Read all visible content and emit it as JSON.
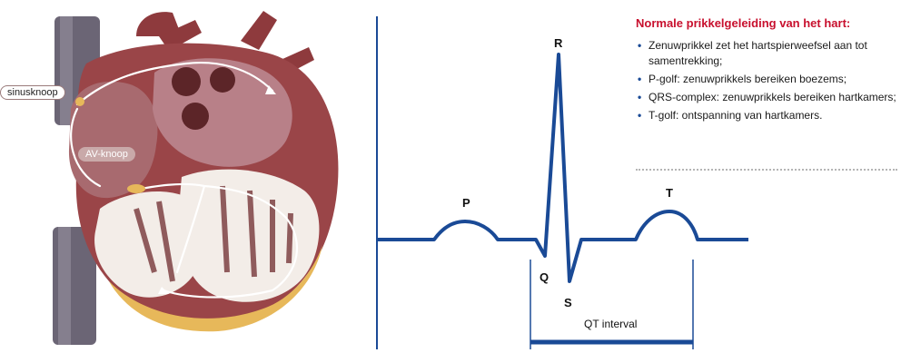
{
  "heart": {
    "sinus_label": "sinusknoop",
    "av_label": "AV-knoop"
  },
  "ecg": {
    "wave_labels": {
      "p": "P",
      "q": "Q",
      "r": "R",
      "s": "S",
      "t": "T"
    },
    "interval_label": "QT interval",
    "line_color": "#1a4a96"
  },
  "info": {
    "title": "Normale prikkelgeleiding van het hart:",
    "title_color": "#c8102e",
    "bullets": [
      "Zenuwprikkel zet het hartspierweefsel aan tot samentrekking;",
      "P-golf: zenuwprikkels bereiken boezems;",
      "QRS-complex: zenuwprikkels bereiken hartkamers;",
      "T-golf: ontspanning van hartkamers."
    ]
  }
}
